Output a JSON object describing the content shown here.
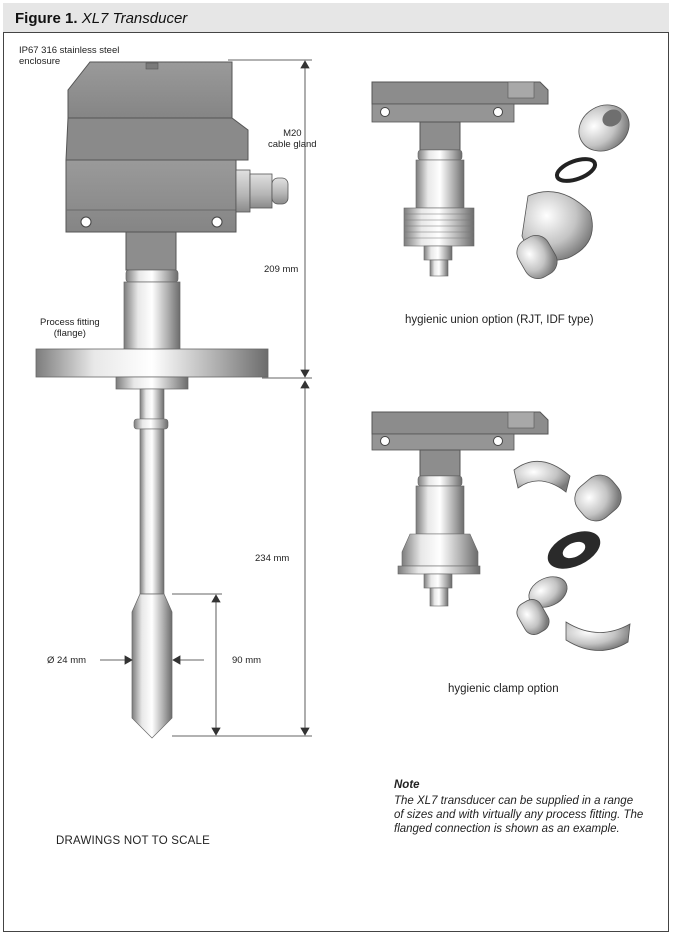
{
  "figure": {
    "label": "Figure 1.",
    "name": "XL7 Transducer"
  },
  "labels": {
    "enclosure": "IP67 316 stainless steel\nenclosure",
    "cable_gland": "M20\ncable gland",
    "height_upper": "209 mm",
    "process_fitting": "Process fitting\n(flange)",
    "height_lower": "234 mm",
    "diameter": "Ø 24 mm",
    "probe_length": "90 mm"
  },
  "options": {
    "union": "hygienic union option (RJT, IDF type)",
    "clamp": "hygienic clamp option"
  },
  "note": {
    "heading": "Note",
    "body": "The XL7 transducer can be supplied in a range of sizes and with virtually any process fitting. The flanged connection is shown as an example."
  },
  "footer": "DRAWINGS NOT TO SCALE",
  "colors": {
    "housing": "#8c8c8c",
    "housing_dark": "#6f6f6f",
    "steel": "#c9c9c9",
    "title_bg": "#e6e6e6"
  }
}
